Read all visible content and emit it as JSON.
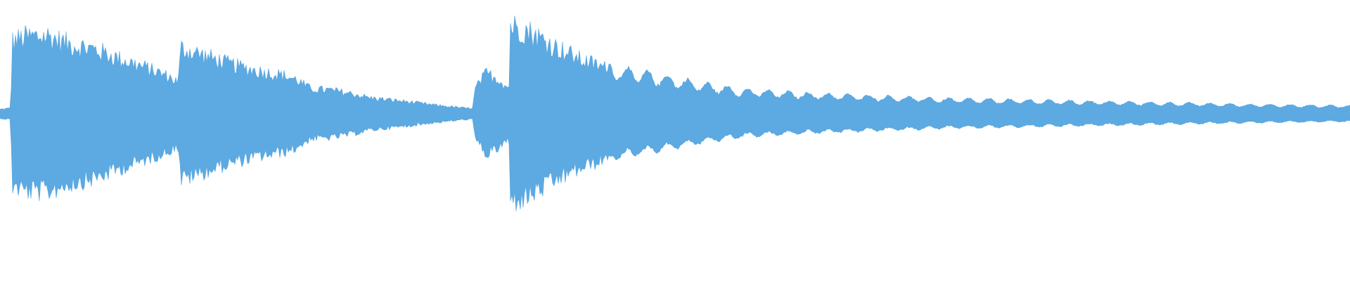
{
  "waveform": {
    "color": "#5DA9E1",
    "background": "#FFFFFF",
    "amplitude_envelope": [
      [
        0.0,
        0.04
      ],
      [
        0.008,
        0.05
      ],
      [
        0.009,
        0.64
      ],
      [
        0.02,
        0.68
      ],
      [
        0.035,
        0.69
      ],
      [
        0.05,
        0.62
      ],
      [
        0.07,
        0.57
      ],
      [
        0.09,
        0.48
      ],
      [
        0.11,
        0.4
      ],
      [
        0.125,
        0.33
      ],
      [
        0.132,
        0.28
      ],
      [
        0.134,
        0.58
      ],
      [
        0.15,
        0.52
      ],
      [
        0.17,
        0.44
      ],
      [
        0.19,
        0.38
      ],
      [
        0.21,
        0.34
      ],
      [
        0.22,
        0.3
      ],
      [
        0.23,
        0.22
      ],
      [
        0.245,
        0.21
      ],
      [
        0.26,
        0.18
      ],
      [
        0.275,
        0.14
      ],
      [
        0.3,
        0.11
      ],
      [
        0.32,
        0.08
      ],
      [
        0.345,
        0.05
      ],
      [
        0.35,
        0.05
      ],
      [
        0.352,
        0.22
      ],
      [
        0.36,
        0.36
      ],
      [
        0.37,
        0.3
      ],
      [
        0.377,
        0.22
      ],
      [
        0.378,
        0.78
      ],
      [
        0.39,
        0.74
      ],
      [
        0.41,
        0.6
      ],
      [
        0.43,
        0.48
      ],
      [
        0.46,
        0.36
      ],
      [
        0.49,
        0.3
      ],
      [
        0.52,
        0.24
      ],
      [
        0.55,
        0.19
      ],
      [
        0.6,
        0.16
      ],
      [
        0.65,
        0.14
      ],
      [
        0.7,
        0.12
      ],
      [
        0.75,
        0.11
      ],
      [
        0.8,
        0.1
      ],
      [
        0.85,
        0.09
      ],
      [
        0.9,
        0.08
      ],
      [
        0.95,
        0.07
      ],
      [
        1.0,
        0.065
      ]
    ],
    "vertical_center": 0.405
  }
}
